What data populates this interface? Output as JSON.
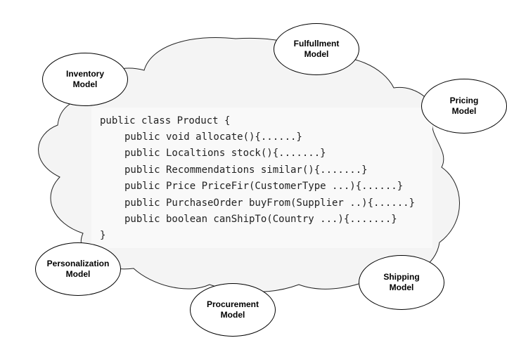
{
  "colors": {
    "cloud_fill": "#f4f4f4",
    "cloud_stroke": "#222222",
    "bubble_fill": "#ffffff",
    "bubble_stroke": "#000000",
    "code_background": "#f9f9f9",
    "code_text": "#222222"
  },
  "code": {
    "header": "public class Product {",
    "methods": [
      "public void allocate(){......}",
      "public Localtions stock(){.......}",
      "public Recommendations similar(){.......}",
      "public Price PriceFir(CustomerType ...){......}",
      "public PurchaseOrder buyFrom(Supplier ..){......}",
      "public boolean canShipTo(Country ...){.......}"
    ],
    "footer": "}"
  },
  "models": [
    {
      "name": "Fulfullment\nModel"
    },
    {
      "name": "Inventory\nModel"
    },
    {
      "name": "Pricing\nModel"
    },
    {
      "name": "Personalization\nModel"
    },
    {
      "name": "Procurement\nModel"
    },
    {
      "name": "Shipping\nModel"
    }
  ]
}
